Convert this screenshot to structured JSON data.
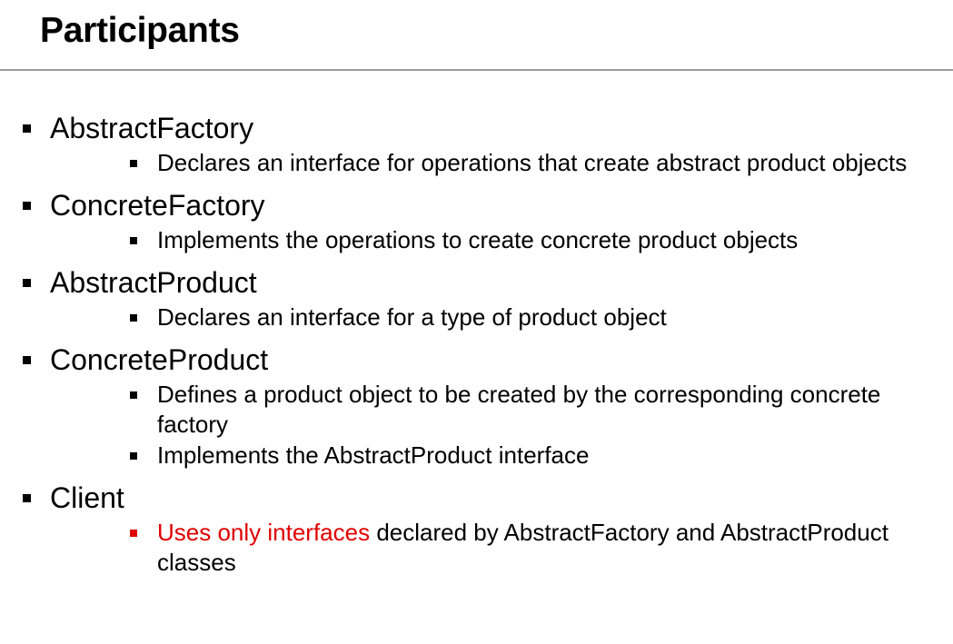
{
  "slide": {
    "title": "Participants",
    "accent_rule_color": "#9a9a9e",
    "highlight_color": "#e00000",
    "text_color": "#000000",
    "background_color": "#ffffff",
    "items": [
      {
        "label": "AbstractFactory",
        "sub": [
          {
            "text": "Declares an interface for operations that create abstract product objects",
            "highlight": "",
            "rest": ""
          }
        ]
      },
      {
        "label": "ConcreteFactory",
        "sub": [
          {
            "text": "Implements the operations to create concrete product objects",
            "highlight": "",
            "rest": ""
          }
        ]
      },
      {
        "label": "AbstractProduct",
        "sub": [
          {
            "text": "Declares an interface for a type of product object",
            "highlight": "",
            "rest": ""
          }
        ]
      },
      {
        "label": "ConcreteProduct",
        "sub": [
          {
            "text": "Defines a product object to be created by the corresponding concrete factory",
            "highlight": "",
            "rest": ""
          },
          {
            "text": "Implements the AbstractProduct interface",
            "highlight": "",
            "rest": ""
          }
        ]
      },
      {
        "label": "Client",
        "sub": [
          {
            "text": "",
            "highlight": "Uses only interfaces",
            "rest": " declared by AbstractFactory and AbstractProduct classes"
          }
        ]
      }
    ]
  }
}
